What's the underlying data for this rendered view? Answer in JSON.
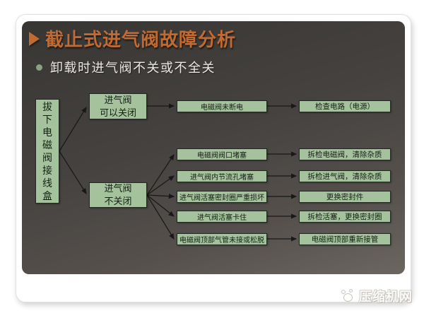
{
  "slide": {
    "title": "截止式进气阀故障分析",
    "subtitle": "卸载时进气阀不关或不全关"
  },
  "flowchart": {
    "root_label": "拔下电磁阀接线盒",
    "branch_top_label": "进气阀\n可以关闭",
    "branch_bottom_label": "进气阀\n不关闭",
    "rows": [
      {
        "cause": "电磁阀未断电",
        "remedy": "检查电路（电源）"
      },
      {
        "cause": "电磁阀阀口堵塞",
        "remedy": "拆检电磁阀，清除杂质"
      },
      {
        "cause": "进气阀内节流孔堵塞",
        "remedy": "拆检进气阀，清除杂质"
      },
      {
        "cause": "进气阀活塞密封圈严重损坏",
        "remedy": "更换密封件"
      },
      {
        "cause": "进气阀活塞卡住",
        "remedy": "拆检活塞，更换密封圈"
      },
      {
        "cause": "电磁阀顶部气管未接或松脱",
        "remedy": "电磁阀顶部重新接管"
      }
    ]
  },
  "watermark": {
    "label": "压缩机网"
  },
  "colors": {
    "title": "#c16a31",
    "box_fill": "#a4c39d",
    "box_border": "#232a21",
    "slide_top": "#383633",
    "slide_bottom": "#6b6660",
    "arrow": "#181818"
  }
}
